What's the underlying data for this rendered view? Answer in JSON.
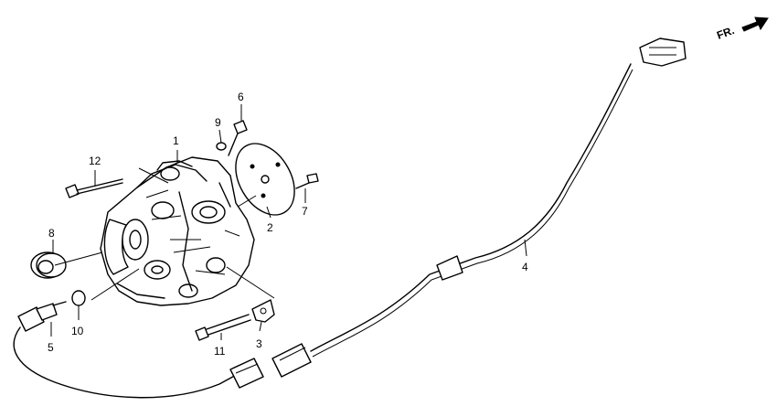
{
  "orientation": {
    "label": "FR.",
    "icon": "front-arrow-icon"
  },
  "callouts": [
    {
      "id": "1",
      "text": "1"
    },
    {
      "id": "2",
      "text": "2"
    },
    {
      "id": "3",
      "text": "3"
    },
    {
      "id": "4",
      "text": "4"
    },
    {
      "id": "5",
      "text": "5"
    },
    {
      "id": "6",
      "text": "6"
    },
    {
      "id": "7",
      "text": "7"
    },
    {
      "id": "8",
      "text": "8"
    },
    {
      "id": "9",
      "text": "9"
    },
    {
      "id": "10",
      "text": "10"
    },
    {
      "id": "11",
      "text": "11"
    },
    {
      "id": "12",
      "text": "12"
    }
  ]
}
